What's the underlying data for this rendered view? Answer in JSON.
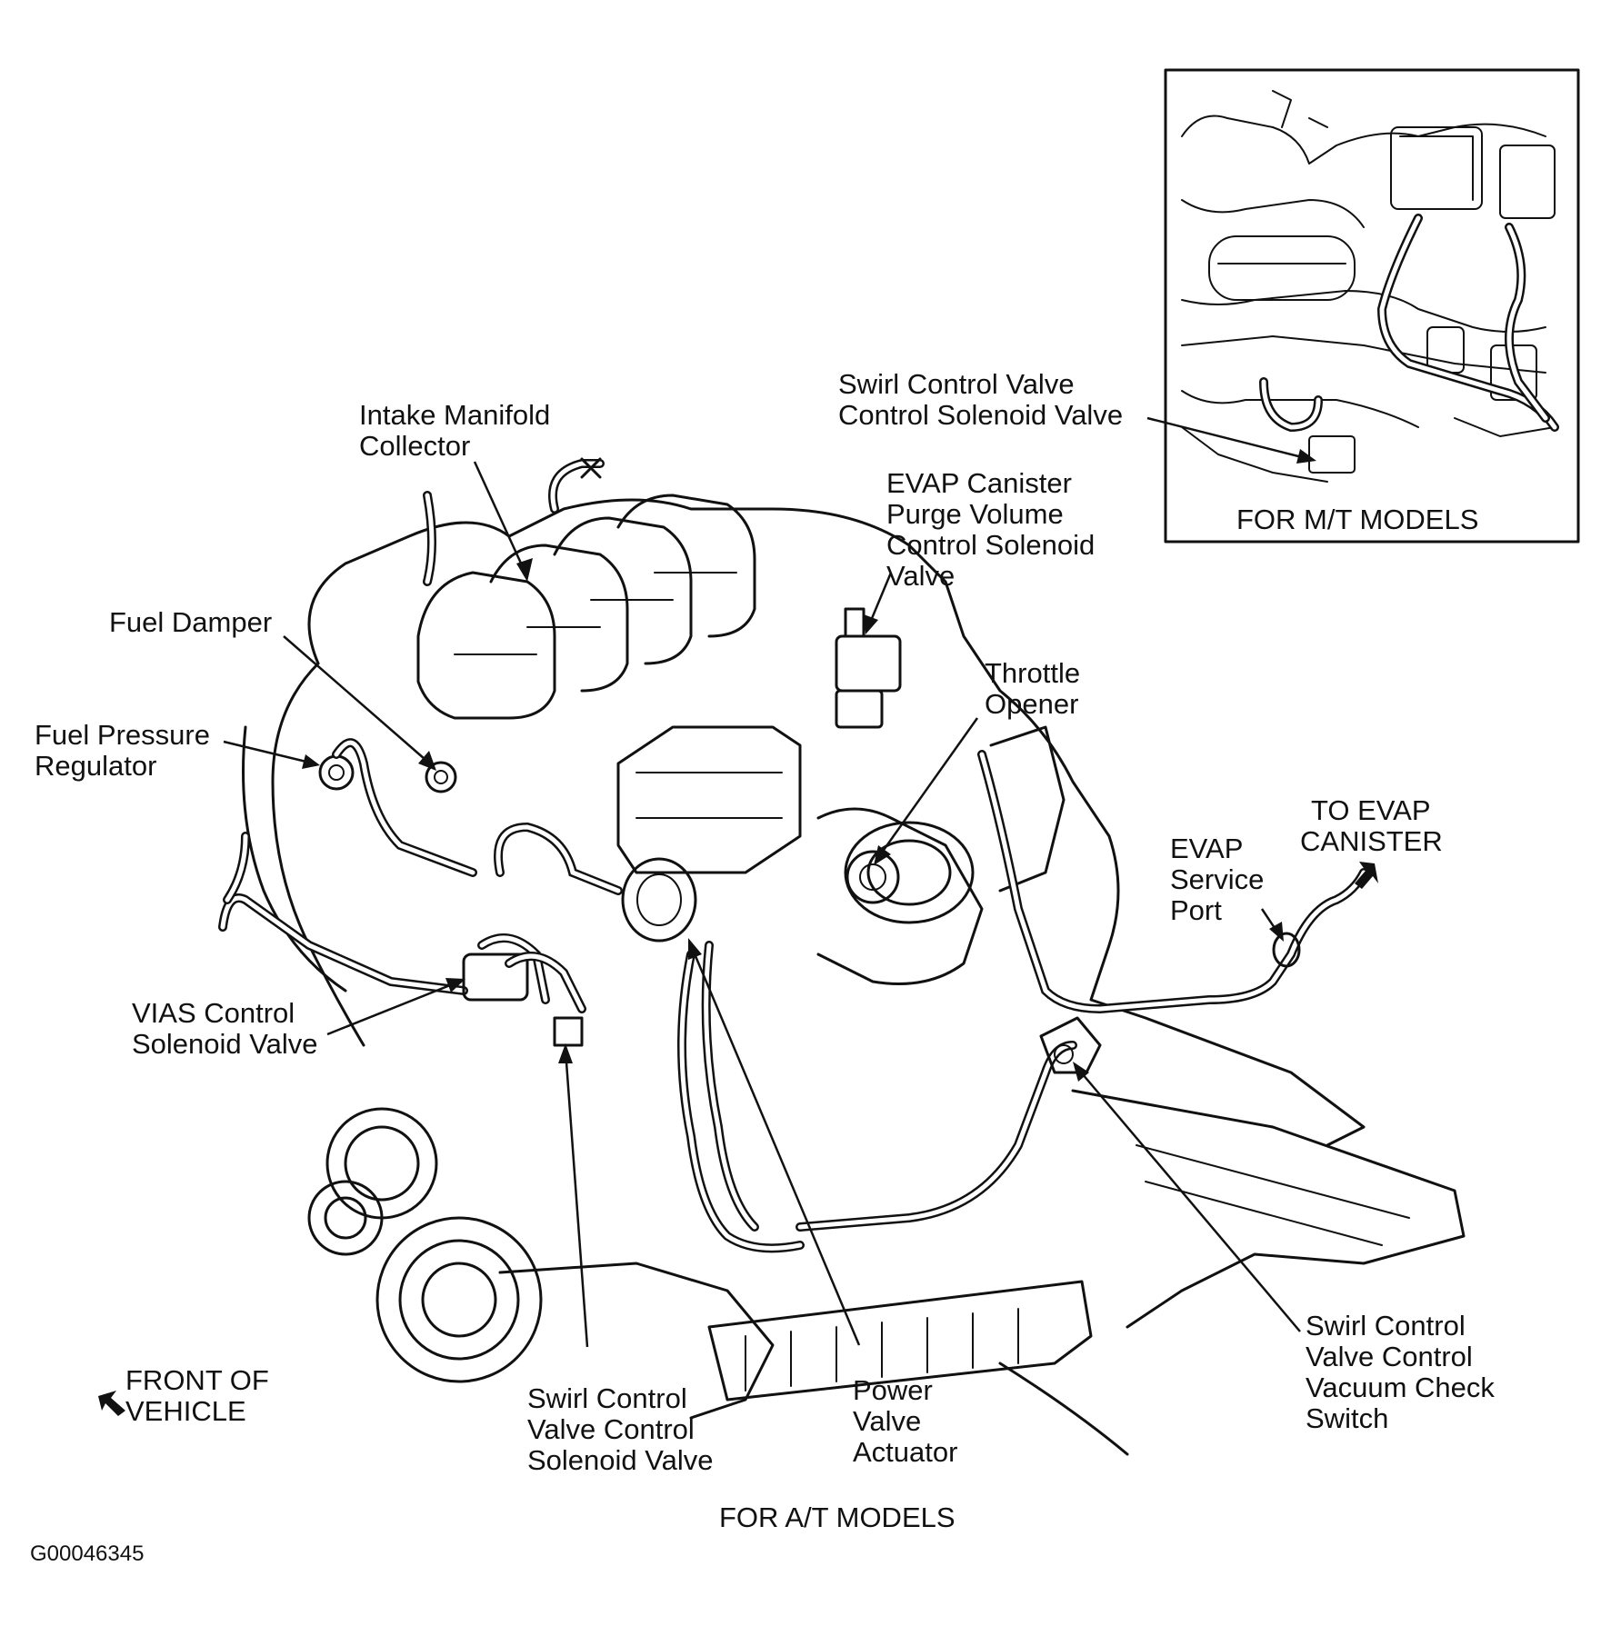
{
  "labels": {
    "intake_manifold_collector": [
      "Intake Manifold",
      "Collector"
    ],
    "fuel_damper": [
      "Fuel Damper"
    ],
    "fuel_pressure_regulator": [
      "Fuel Pressure",
      "Regulator"
    ],
    "vias_control_solenoid_valve": [
      "VIAS Control",
      "Solenoid Valve"
    ],
    "swirl_control_solenoid_bottom": [
      "Swirl Control",
      "Valve Control",
      "Solenoid Valve"
    ],
    "power_valve_actuator": [
      "Power",
      "Valve",
      "Actuator"
    ],
    "swirl_vacuum_check_switch": [
      "Swirl Control",
      "Valve Control",
      "Vacuum Check",
      "Switch"
    ],
    "evap_service_port": [
      "EVAP",
      "Service",
      "Port"
    ],
    "to_evap_canister": [
      "TO EVAP",
      "CANISTER"
    ],
    "throttle_opener": [
      "Throttle",
      "Opener"
    ],
    "evap_purge_solenoid": [
      "EVAP Canister",
      "Purge Volume",
      "Control Solenoid",
      "Valve"
    ],
    "swirl_control_solenoid_top": [
      "Swirl Control Valve",
      "Control Solenoid Valve"
    ],
    "front_of_vehicle": [
      "FRONT OF",
      "VEHICLE"
    ]
  },
  "captions": {
    "mt_models": "FOR M/T MODELS",
    "at_models": "FOR A/T MODELS",
    "figure_code": "G00046345"
  },
  "icons": {
    "front_arrow": "arrow-up-left-icon",
    "canister_arrow": "arrow-up-right-icon"
  }
}
